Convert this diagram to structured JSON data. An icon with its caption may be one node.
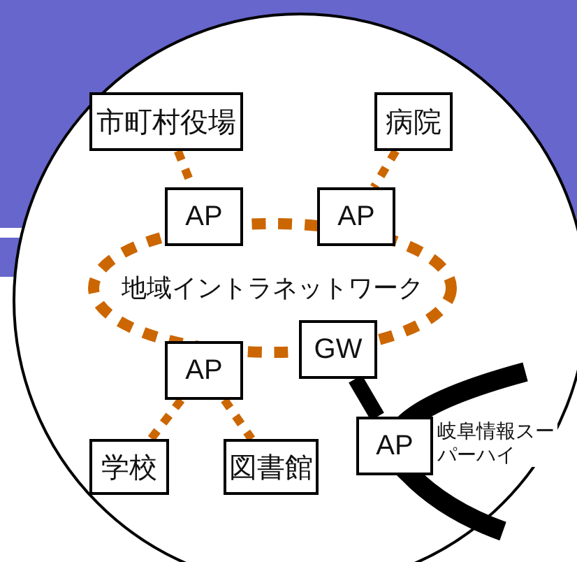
{
  "diagram": {
    "nodes": [
      {
        "text": [
          "市町村役場"
        ]
      },
      {
        "text": [
          "病院"
        ]
      },
      {
        "text": [
          "AP"
        ]
      },
      {
        "text": [
          "AP"
        ]
      },
      {
        "text": [
          "地域イントラネットワーク"
        ]
      },
      {
        "text": [
          "GW"
        ]
      },
      {
        "text": [
          "AP"
        ]
      },
      {
        "text": [
          "AP"
        ]
      },
      {
        "text": [
          "学校"
        ]
      },
      {
        "text": [
          "図書館"
        ]
      }
    ],
    "edges": [
      {
        "from": 0,
        "to": 2,
        "arrow": "none",
        "style": "dashed"
      },
      {
        "from": 1,
        "to": 3,
        "arrow": "none",
        "style": "dashed"
      },
      {
        "from": 6,
        "to": 8,
        "arrow": "none",
        "style": "dashed"
      },
      {
        "from": 6,
        "to": 9,
        "arrow": "none",
        "style": "dashed"
      },
      {
        "from": 5,
        "to": 7,
        "arrow": "none",
        "style": "thick",
        "color": "#000000"
      }
    ],
    "labels": [
      "岐阜情報スーパーハイ"
    ]
  }
}
